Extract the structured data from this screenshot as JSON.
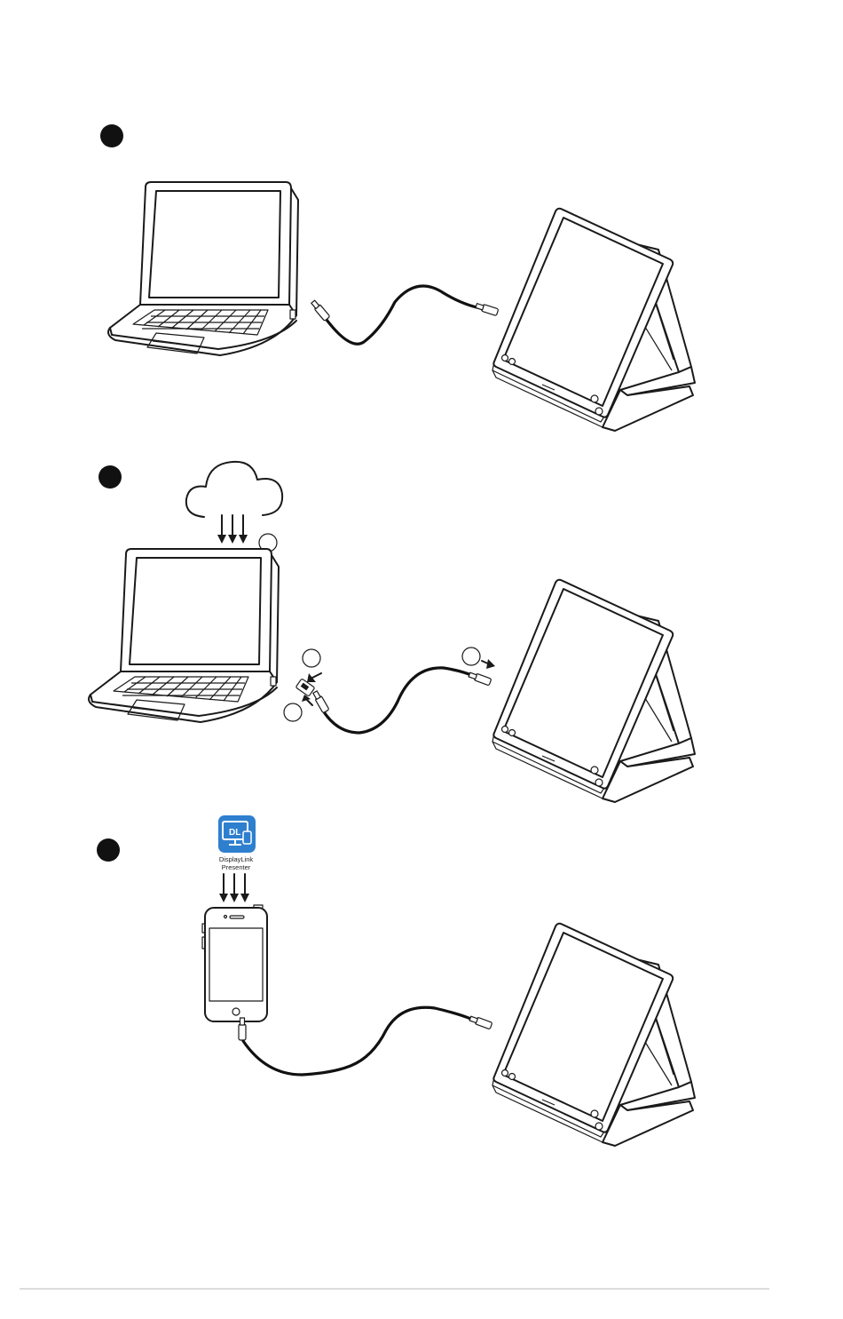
{
  "steps": [
    {
      "id": "step-1",
      "marker": "filled-circle"
    },
    {
      "id": "step-2",
      "marker": "filled-circle",
      "substep_markers": [
        "outline-circle",
        "outline-circle",
        "outline-circle",
        "outline-circle"
      ]
    },
    {
      "id": "step-3",
      "marker": "filled-circle"
    }
  ],
  "app_icon": {
    "abbr": "DL",
    "name_line1": "DisplayLink",
    "name_line2": "Presenter",
    "color": "#2f7fcf"
  },
  "colors": {
    "line": "#1a1a1a",
    "marker": "#111111",
    "footer_rule": "#dddddd"
  }
}
